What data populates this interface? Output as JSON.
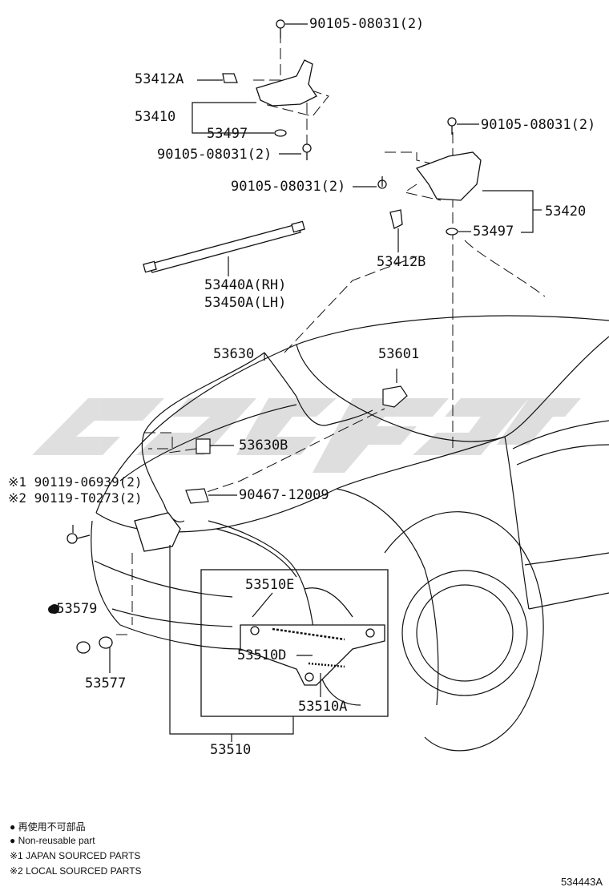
{
  "labels": {
    "p90105_top": "90105-08031(2)",
    "p53412A": "53412A",
    "p53410": "53410",
    "p53497_l": "53497",
    "p90105_left_lower": "90105-08031(2)",
    "p90105_right_top": "90105-08031(2)",
    "p90105_right_mid": "90105-08031(2)",
    "p53420": "53420",
    "p53497_r": "53497",
    "p53412B": "53412B",
    "p53440A": "53440A(RH)",
    "p53450A": "53450A(LH)",
    "p53630": "53630",
    "p53601": "53601",
    "p53630B": "53630B",
    "p90119_1": "※1 90119-06939(2)",
    "p90119_2": "※2 90119-T0273(2)",
    "p90467": "90467-12009",
    "p53510E": "53510E",
    "p53579": "●53579",
    "p53510D": "53510D",
    "p53577": "53577",
    "p53510A": "53510A",
    "p53510": "53510"
  },
  "legend": {
    "line1": "● 再使用不可部品",
    "line2": "● Non-reusable part",
    "line3": "※1 JAPAN SOURCED PARTS",
    "line4": "※2 LOCAL SOURCED PARTS"
  },
  "figure_ref": "534443A",
  "colors": {
    "ink": "#111111",
    "watermark": "#d9d9d9"
  }
}
